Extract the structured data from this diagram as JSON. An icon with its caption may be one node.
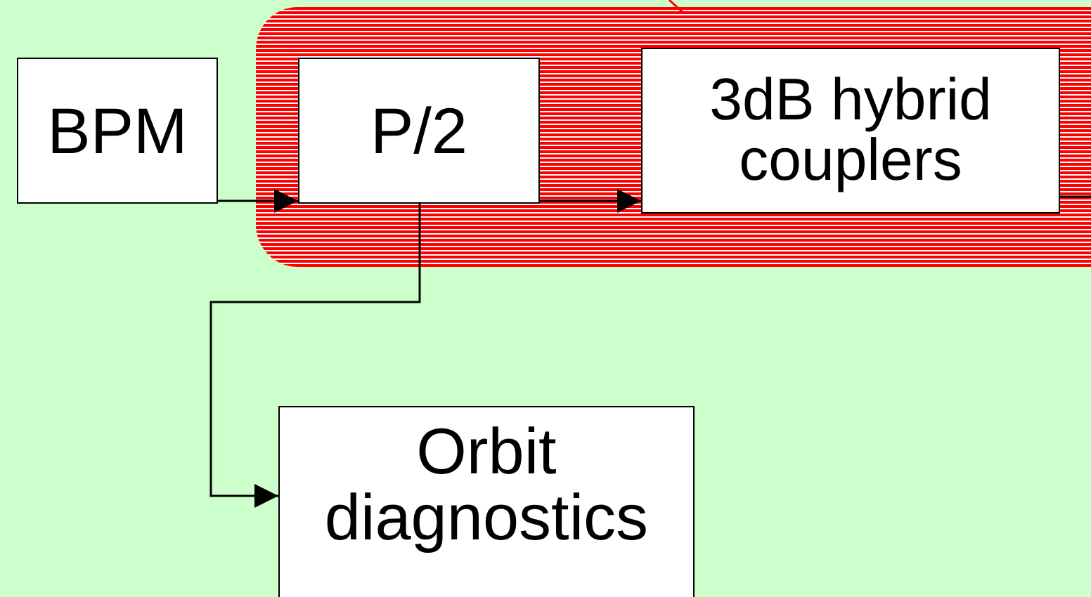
{
  "diagram": {
    "nodes": [
      {
        "text": [
          "BPM"
        ]
      },
      {
        "text": [],
        "shape": "box"
      },
      {
        "text": [
          "P/2"
        ],
        "in": 1
      },
      {
        "text": [
          "3dB hybrid couplers"
        ],
        "in": 1
      },
      {
        "text": [
          "Orbit diagnostics"
        ]
      }
    ],
    "edges": [
      {
        "from": 0,
        "to": 2,
        "arrow": "to"
      },
      {
        "from": 2,
        "to": 3,
        "arrow": "to"
      },
      {
        "from": 2,
        "to": 4,
        "arrow": "to"
      },
      {
        "from": 3,
        "to": null,
        "arrow": "none"
      }
    ]
  }
}
